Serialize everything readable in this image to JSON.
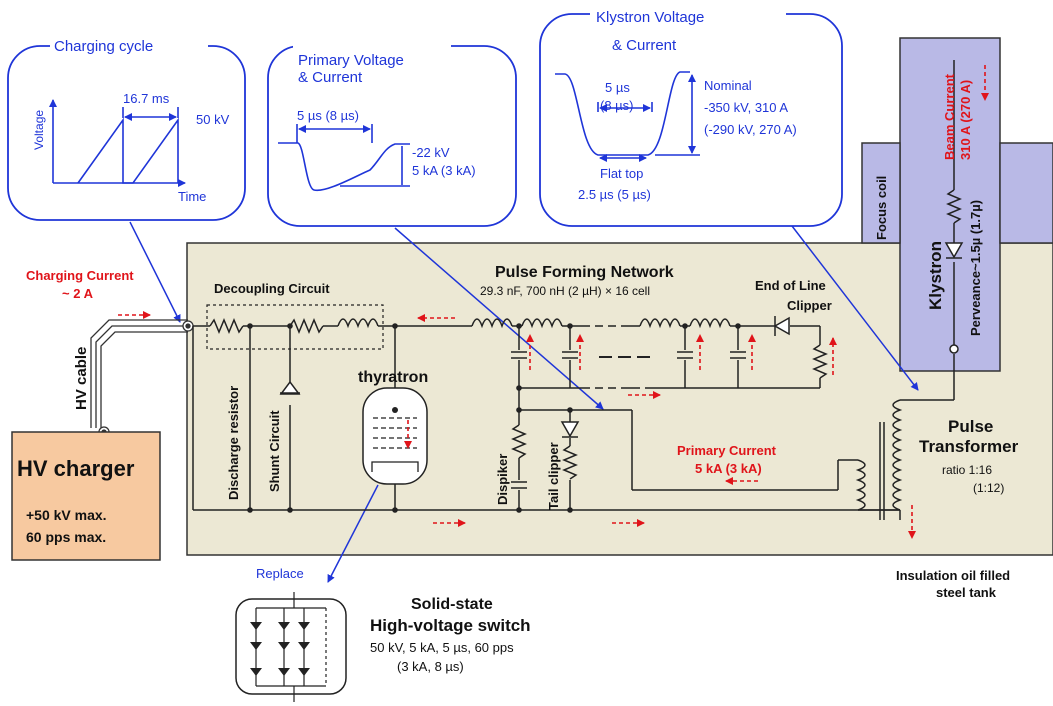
{
  "charging_box": {
    "title": "Charging cycle",
    "y_axis": "Voltage",
    "x_axis": "Time",
    "period": "16.7 ms",
    "voltage": "50 kV"
  },
  "primary_box": {
    "title_line1": "Primary Voltage",
    "title_line2": "& Current",
    "width": "5 µs (8 µs)",
    "voltage": "-22 kV",
    "current": "5 kA (3 kA)"
  },
  "klystron_box": {
    "title_line1": "Klystron Voltage",
    "title_line2": "& Current",
    "width_line1": "5 µs",
    "width_line2": "(8 µs)",
    "nominal_line1": "Nominal",
    "nominal_line2": "-350 kV, 310 A",
    "nominal_line3": "(-290 kV, 270 A)",
    "flat_top_line1": "Flat top",
    "flat_top_line2": "2.5 µs (5 µs)"
  },
  "klystron": {
    "focus_coil": "Focus coil",
    "beam_current_line1": "Beam Current",
    "beam_current_line2": "310 A (270 A)",
    "name": "Klystron",
    "perveance": "Perveance~1.5µ (1.7µ)"
  },
  "charging_current": {
    "line1": "Charging Current",
    "line2": "~ 2 A"
  },
  "hv_cable": "HV cable",
  "hv_charger": {
    "title": "HV charger",
    "line1": "+50 kV max.",
    "line2": "60 pps max."
  },
  "decoupling": "Decoupling Circuit",
  "discharge_resistor": "Discharge resistor",
  "shunt_circuit": "Shunt Circuit",
  "thyratron": "thyratron",
  "pfn": {
    "title": "Pulse Forming Network",
    "spec": "29.3 nF, 700 nH (2 µH) × 16 cell"
  },
  "end_of_line": {
    "line1": "End of Line",
    "line2": "Clipper"
  },
  "dispiker": "Dispiker",
  "tail_clipper": "Tail clipper",
  "primary_current": {
    "line1": "Primary Current",
    "line2": "5 kA (3 kA)"
  },
  "pulse_transformer": {
    "line1": "Pulse",
    "line2": "Transformer",
    "line3": "ratio 1:16",
    "line4": "(1:12)"
  },
  "tank": {
    "line1": "Insulation oil filled",
    "line2": "steel tank"
  },
  "replace": "Replace",
  "solid_state": {
    "line1": "Solid-state",
    "line2": "High-voltage switch",
    "line3": "50 kV, 5 kA, 5 µs, 60 pps",
    "line4": "(3 kA, 8 µs)"
  },
  "colors": {
    "tank": "#ece8d4",
    "klystron": "#b9b9e6",
    "charger": "#f7c9a0",
    "callout": "#1f35d8",
    "current": "#e0141a"
  }
}
